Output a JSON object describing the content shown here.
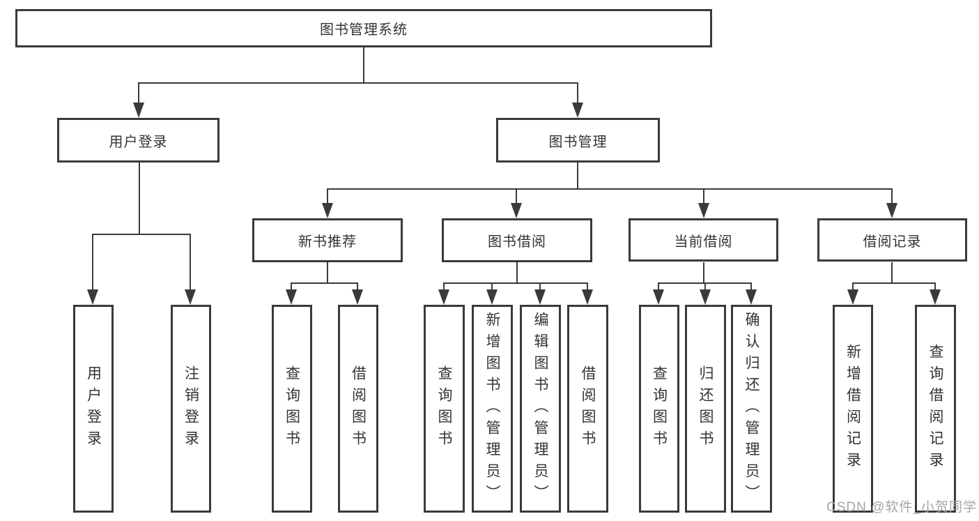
{
  "root": {
    "label": "图书管理系统"
  },
  "branches": [
    {
      "label": "用户登录",
      "leaves": [
        {
          "label": "用户登录"
        },
        {
          "label": "注销登录"
        }
      ]
    },
    {
      "label": "图书管理",
      "groups": [
        {
          "label": "新书推荐",
          "leaves": [
            {
              "label": "查询图书"
            },
            {
              "label": "借阅图书"
            }
          ]
        },
        {
          "label": "图书借阅",
          "leaves": [
            {
              "label": "查询图书"
            },
            {
              "label": "新增图书（管理员）"
            },
            {
              "label": "编辑图书（管理员）"
            },
            {
              "label": "借阅图书"
            }
          ]
        },
        {
          "label": "当前借阅",
          "leaves": [
            {
              "label": "查询图书"
            },
            {
              "label": "归还图书"
            },
            {
              "label": "确认归还（管理员）"
            }
          ]
        },
        {
          "label": "借阅记录",
          "leaves": [
            {
              "label": "新增借阅记录"
            },
            {
              "label": "查询借阅记录"
            }
          ]
        }
      ]
    }
  ],
  "watermark": "CSDN @软件_小贺同学",
  "colors": {
    "line": "#3a3a3a",
    "text": "#333333",
    "watermark": "#a5a5a5",
    "background": "#ffffff"
  }
}
